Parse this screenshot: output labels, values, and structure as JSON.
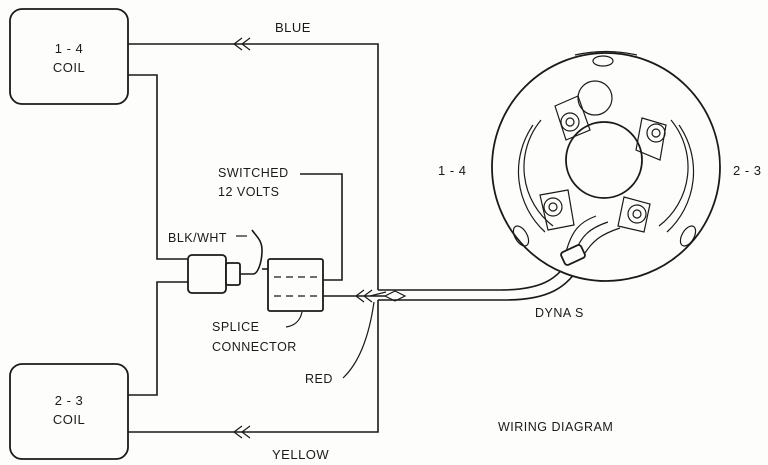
{
  "coil_top": {
    "line1": "1 - 4",
    "line2": "COIL"
  },
  "coil_bottom": {
    "line1": "2 - 3",
    "line2": "COIL"
  },
  "wires": {
    "blue": "BLUE",
    "yellow": "YELLOW",
    "red": "RED",
    "blk_wht": "BLK/WHT"
  },
  "labels": {
    "switched_line1": "SWITCHED",
    "switched_line2": "12 VOLTS",
    "splice_line1": "SPLICE",
    "splice_line2": "CONNECTOR",
    "plate_left": "1 - 4",
    "plate_right": "2 - 3",
    "dyna": "DYNA S",
    "title": "WIRING DIAGRAM"
  }
}
